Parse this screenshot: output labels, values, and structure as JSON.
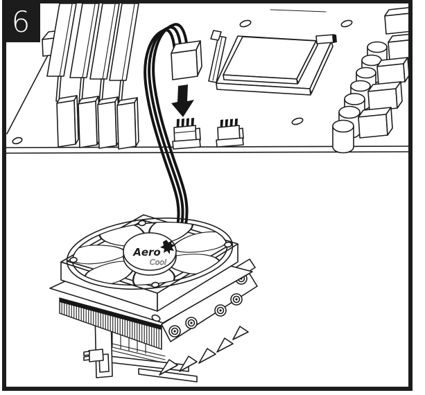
{
  "step_badge": {
    "number": "6",
    "bg": "#1c1c1c",
    "text_color": "#ffffff"
  },
  "frame": {
    "border_color": "#1c1c1c",
    "background": "#ffffff"
  },
  "illustration": {
    "line_color": "#1c1c1c",
    "arrow_color": "#111111",
    "icons": {
      "arrow": "down-arrow-icon"
    }
  },
  "fan_logo": {
    "brand_top": "Aero",
    "brand_bottom": "Cool"
  }
}
